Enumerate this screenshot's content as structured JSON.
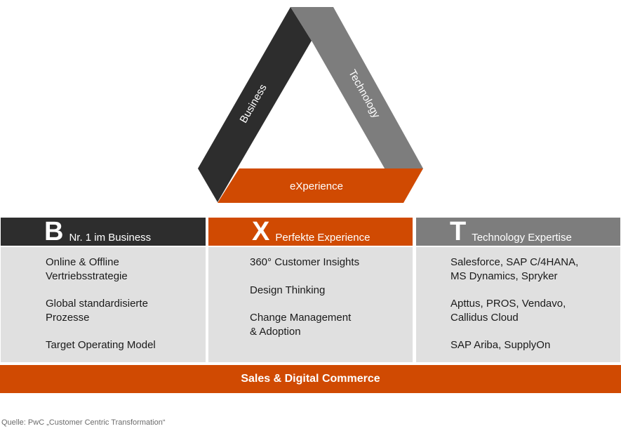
{
  "colors": {
    "business": "#2d2d2d",
    "experience": "#d04a02",
    "technology": "#7d7d7d",
    "panel": "#e0e0e0"
  },
  "triangle": {
    "business_label": "Business",
    "technology_label": "Technology",
    "experience_label": "eXperience"
  },
  "columns": [
    {
      "letter": "B",
      "title": "Nr. 1 im Business",
      "items": [
        "Online & Offline\nVertriebsstrategie",
        "Global standardisierte\nProzesse",
        "Target Operating Model"
      ]
    },
    {
      "letter": "X",
      "title": "Perfekte Experience",
      "items": [
        "360° Customer Insights",
        "Design Thinking",
        "Change Management\n& Adoption"
      ]
    },
    {
      "letter": "T",
      "title": "Technology Expertise",
      "items": [
        "Salesforce, SAP C/4HANA,\nMS Dynamics, Spryker",
        "Apttus, PROS, Vendavo,\nCallidus Cloud",
        "SAP Ariba, SupplyOn"
      ]
    }
  ],
  "footer_bar": "Sales & Digital Commerce",
  "source": "Quelle: PwC „Customer Centric Transformation“"
}
